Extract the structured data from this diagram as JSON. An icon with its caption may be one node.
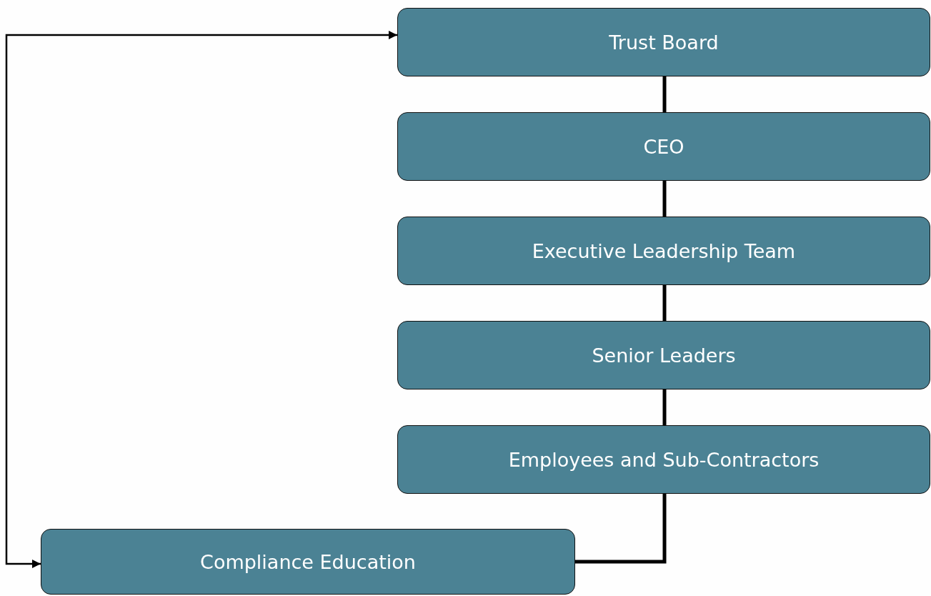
{
  "diagram": {
    "nodes": [
      {
        "text": [
          "Trust Board"
        ]
      },
      {
        "text": [
          "CEO"
        ]
      },
      {
        "text": [
          "Executive Leadership Team"
        ]
      },
      {
        "text": [
          "Senior Leaders"
        ]
      },
      {
        "text": [
          "Employees and Sub-Contractors"
        ]
      },
      {
        "text": [
          "Compliance Education"
        ]
      }
    ],
    "edges": [
      {
        "from": 0,
        "to": 1,
        "arrow": "none"
      },
      {
        "from": 1,
        "to": 2,
        "arrow": "none"
      },
      {
        "from": 2,
        "to": 3,
        "arrow": "none"
      },
      {
        "from": 3,
        "to": 4,
        "arrow": "none"
      },
      {
        "from": 4,
        "to": 5,
        "arrow": "none"
      },
      {
        "from": 5,
        "to": 0,
        "arrow": "both"
      }
    ]
  }
}
